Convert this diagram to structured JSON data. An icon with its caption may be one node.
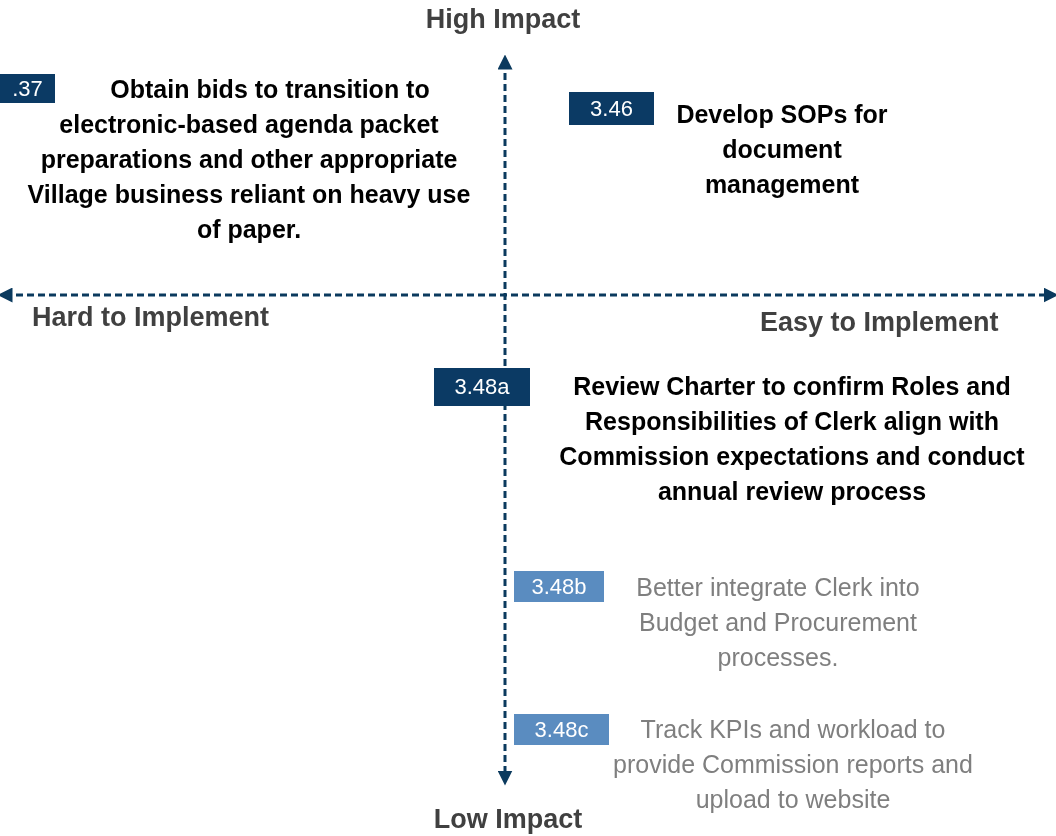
{
  "diagram": {
    "nodes": [
      {
        "text": [
          ".37"
        ],
        "beside": [
          "Obtain bids to transition to electronic-based agenda packet preparations and other appropriate Village business reliant on heavy use of paper."
        ]
      },
      {
        "text": [
          "3.46"
        ],
        "beside": [
          "Develop SOPs for document management"
        ]
      },
      {
        "text": [
          "3.48a"
        ],
        "beside": [
          "Review Charter to confirm Roles and Responsibilities of Clerk align with Commission expectations and conduct annual review process"
        ]
      },
      {
        "text": [
          "3.48b"
        ],
        "beside": [
          "Better integrate Clerk into Budget and Procurement processes."
        ]
      },
      {
        "text": [
          "3.48c"
        ],
        "beside": [
          "Track KPIs and workload to provide Commission reports and upload to website"
        ]
      }
    ],
    "labels": [
      "High Impact",
      "Hard to Implement",
      "Easy to Implement",
      "Low Impact"
    ]
  }
}
